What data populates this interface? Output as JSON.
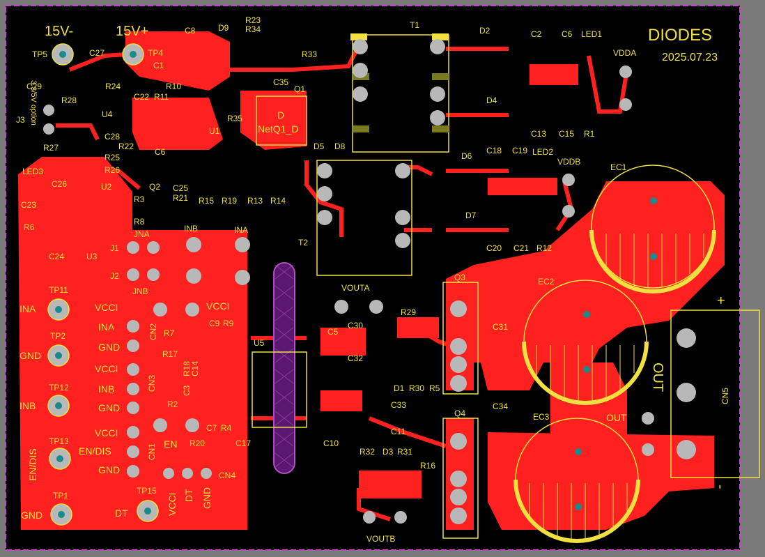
{
  "brand": "DIODES",
  "date": "2025.07.23",
  "colors": {
    "board": "#000000",
    "outline": "#d040d0",
    "copper": "#ff2020",
    "silk": "#f0e040",
    "pad": "#b8b8b8",
    "pad_hole": "#1a8a8a",
    "via": "#c0c0c0",
    "keepout": "#9030a0",
    "background": "#7a7a7a"
  },
  "top_labels": {
    "v_minus": "15V-",
    "v_plus": "15V+",
    "j3_option": "3.3/5V option",
    "j3": "J3"
  },
  "designators": {
    "tp5": "TP5",
    "c27": "C27",
    "tp4": "TP4",
    "c8": "C8",
    "c1": "C1",
    "d9": "D9",
    "r23": "R23",
    "r34": "R34",
    "r33": "R33",
    "t1": "T1",
    "d2": "D2",
    "c2": "C2",
    "c6": "C6",
    "led1": "LED1",
    "vdda": "VDDA",
    "c29": "C29",
    "r24": "R24",
    "r28": "R28",
    "u4": "U4",
    "c22": "C22",
    "r11": "R11",
    "r10": "R10",
    "c35": "C35",
    "q1": "Q1",
    "q1_part": "NetQ1_D",
    "q1_d": "D",
    "r35": "R35",
    "u1": "U1",
    "d4": "D4",
    "c13": "C13",
    "c15": "C15",
    "r1": "R1",
    "c28": "C28",
    "r22": "R22",
    "r27": "R27",
    "c6b": "C6",
    "d5": "D5",
    "d8": "D8",
    "r25": "R25",
    "r26": "R26",
    "led3": "LED3",
    "q2": "Q2",
    "c25": "C25",
    "r21": "R21",
    "d6": "D6",
    "c18": "C18",
    "c19": "C19",
    "led2": "LED2",
    "vddb": "VDDB",
    "c26": "C26",
    "u2": "U2",
    "c23": "C23",
    "r3": "R3",
    "r6": "R6",
    "r8": "R8",
    "r15": "R15",
    "r19": "R19",
    "r13": "R13",
    "r14": "R14",
    "ec1": "EC1",
    "d7": "D7",
    "c20": "C20",
    "c21": "C21",
    "r12": "R12",
    "t2": "T2",
    "jna": "JNA",
    "inb_top": "INB",
    "ina_top": "INA",
    "c24": "C24",
    "u3": "U3",
    "j1": "J1",
    "j2": "J2",
    "jnb": "JNB",
    "tp11": "TP11",
    "vouta": "VOUTA",
    "q3": "Q3",
    "ec2": "EC2",
    "r29": "R29",
    "c5": "C5",
    "c30": "C30",
    "c31": "C31",
    "tp2": "TP2",
    "cn2": "CN2",
    "r7": "R7",
    "c9": "C9",
    "r9": "R9",
    "r17": "R17",
    "r18": "R18",
    "c14": "C14",
    "c3": "C3",
    "u5": "U5",
    "c32": "C32",
    "d1": "D1",
    "r30": "R30",
    "r5": "R5",
    "c34": "C34",
    "tp12": "TP12",
    "cn3": "CN3",
    "r2": "R2",
    "c7": "C7",
    "r4": "R4",
    "c33": "C33",
    "c10": "C10",
    "c11": "C11",
    "q4": "Q4",
    "ec3": "EC3",
    "tp13": "TP13",
    "cn1": "CN1",
    "en": "EN",
    "r20": "R20",
    "c17": "C17",
    "cn4": "CN4",
    "r32": "R32",
    "d3": "D3",
    "r31": "R31",
    "r16": "R16",
    "tp1": "TP1",
    "tp15": "TP15",
    "voutb": "VOUTB",
    "cn5": "CN5",
    "out": "OUT"
  },
  "net_labels": {
    "ina": "INA",
    "gnd1": "GND",
    "inb": "INB",
    "en_dis": "EN/DIS",
    "gnd2": "GND",
    "vcci_1": "VCCI",
    "ina_2": "INA",
    "gnd_3": "GND",
    "vcci_2": "VCCI",
    "inb_2": "INB",
    "gnd_4": "GND",
    "vcci_3": "VCCI",
    "en_dis_2": "EN/DIS",
    "gnd_5": "GND",
    "vcci_r": "VCCI",
    "vcci_v": "VCCI",
    "dt_v": "DT",
    "gnd_v": "GND",
    "dt": "DT",
    "gnd_tp1": "GND",
    "en_dis_v": "EN/DIS",
    "out_plus": "+",
    "out_label": "OUT",
    "out_minus": "-"
  }
}
